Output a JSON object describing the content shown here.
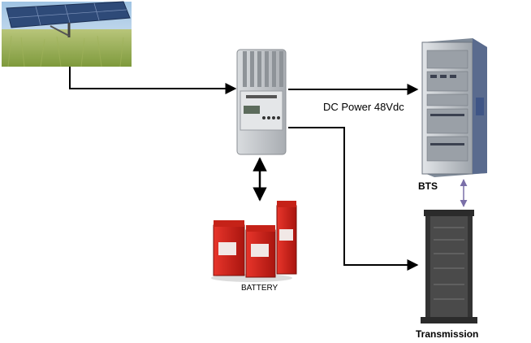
{
  "labels": {
    "dc_power": "DC Power 48Vdc",
    "bts": "BTS",
    "transmission": "Transmission",
    "battery": "BATTERY"
  },
  "colors": {
    "arrow": "#000000",
    "link_arrow": "#7a6fa8",
    "battery_red": "#d8231b",
    "panel_blue": "#2e4a78",
    "grass_green": "#8cab4a",
    "sky_blue": "#b9d4ea",
    "cabinet_grey": "#c4c8cc",
    "controller_grey": "#bfc3c7"
  },
  "nodes": [
    {
      "id": "solar-panel",
      "icon": "solar-panel-photo"
    },
    {
      "id": "charge-controller",
      "icon": "charge-controller-photo"
    },
    {
      "id": "battery",
      "icon": "battery-bank-photo"
    },
    {
      "id": "bts",
      "icon": "telecom-cabinet-photo"
    },
    {
      "id": "transmission",
      "icon": "equipment-rack-photo"
    }
  ],
  "connections": [
    {
      "from": "solar-panel",
      "to": "charge-controller",
      "style": "single-arrow"
    },
    {
      "from": "charge-controller",
      "to": "bts",
      "style": "single-arrow",
      "label": "DC Power 48Vdc"
    },
    {
      "from": "charge-controller",
      "to": "transmission",
      "style": "single-arrow"
    },
    {
      "from": "charge-controller",
      "to": "battery",
      "style": "double-arrow"
    },
    {
      "from": "bts",
      "to": "transmission",
      "style": "double-arrow"
    }
  ]
}
